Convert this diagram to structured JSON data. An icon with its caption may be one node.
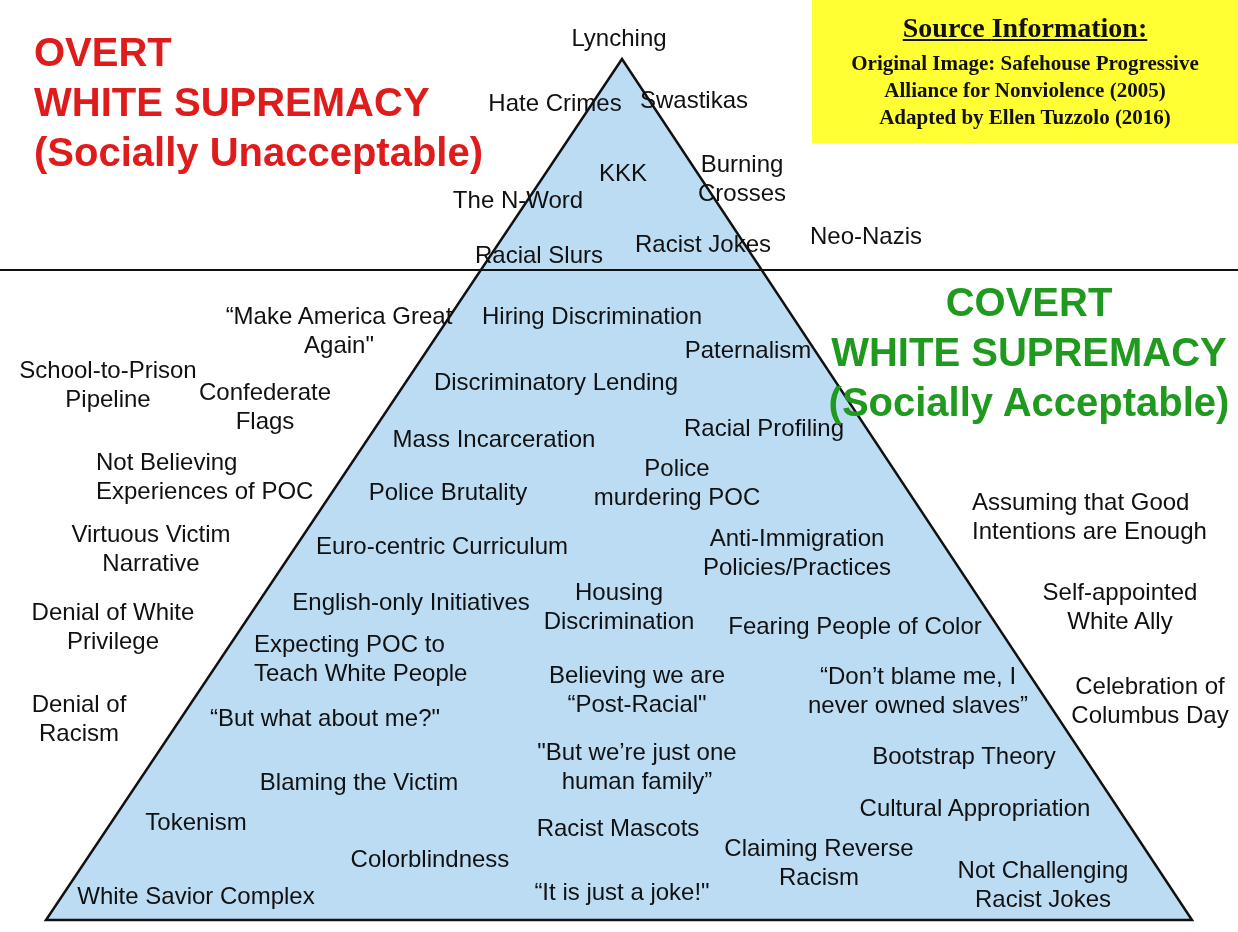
{
  "diagram": {
    "nodes": [
      {
        "text": [
          "Source Information:",
          "Original Image: Safehouse Progressive Alliance for Nonviolence (2005) Adapted by Ellen Tuzzolo (2016)"
        ]
      },
      {
        "text": [
          "KKK",
          "Racial Slurs",
          "Racist Jokes",
          "Hiring Discrimination",
          "Paternalism",
          "Discriminatory Lending",
          "Mass Incarceration",
          "Racial Profiling",
          "Police Brutality",
          "Police murdering POC",
          "Euro-centric Curriculum",
          "Anti-Immigration Policies/Practices",
          "English-only Initiatives",
          "Housing Discrimination",
          "Fearing People of Color",
          "Expecting POC to Teach White People",
          "Believing we are “Post-Racial\"",
          "“Don’t blame me, I never owned slaves”",
          "“But what about me?\"",
          "\"But we’re just one human family”",
          "Bootstrap Theory",
          "Blaming the Victim",
          "Cultural Appropriation",
          "Tokenism",
          "Racist Mascots",
          "White Savior Complex",
          "Colorblindness",
          "“It is just a joke!\"",
          "Claiming Reverse Racism",
          "Not Challenging Racist Jokes"
        ],
        "beside": [
          "Lynching"
        ]
      }
    ],
    "labels": [
      "OVERT WHITE SUPREMACY (Socially Unacceptable)",
      "Hate Crimes",
      "Swastikas",
      "Burning Crosses",
      "The N-Word",
      "Neo-Nazis",
      "“Make America Great Again\"",
      "COVERT WHITE SUPREMACY (Socially Acceptable)",
      "School-to-Prison Pipeline",
      "Confederate Flags",
      "Not Believing Experiences of POC",
      "Assuming that Good Intentions are Enough",
      "Virtuous Victim Narrative",
      "Self-appointed White Ally",
      "Denial of White Privilege",
      "Denial of Racism",
      "Celebration of Columbus Day"
    ]
  }
}
